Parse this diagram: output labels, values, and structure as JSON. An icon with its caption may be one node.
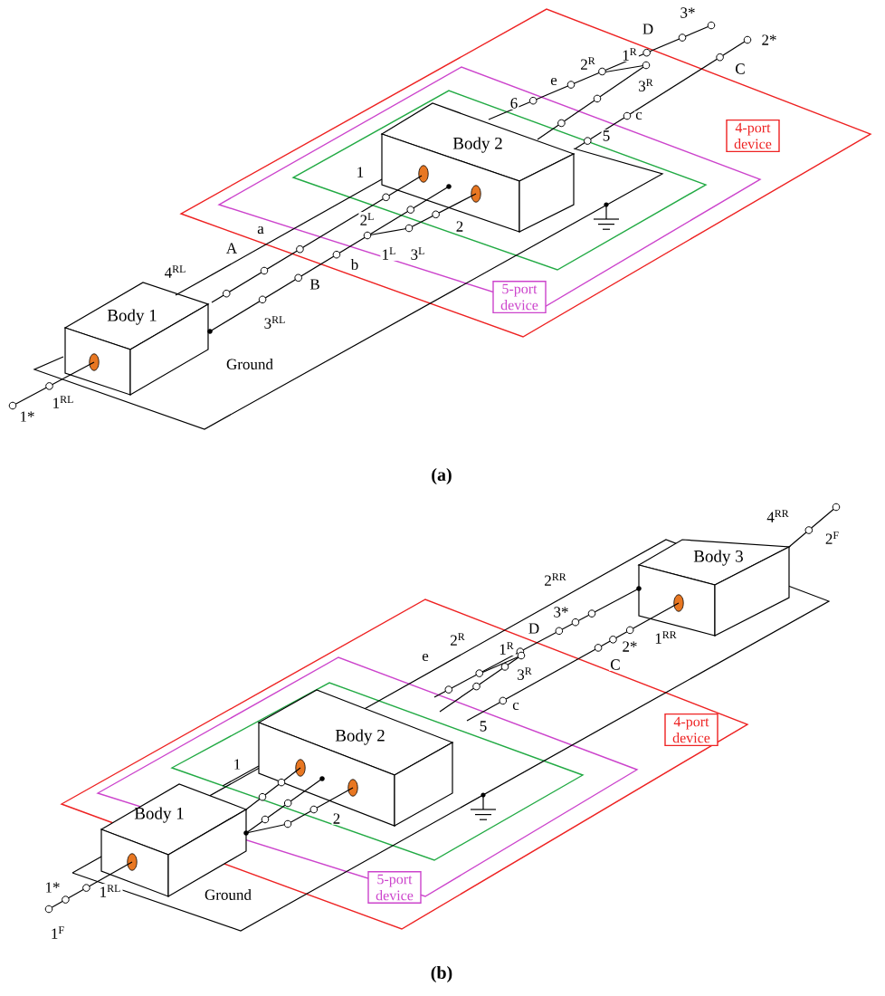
{
  "diagram": {
    "nodes": [
      {
        "text": [
          "Body 1"
        ]
      },
      {
        "text": [
          "Body 2"
        ]
      },
      {
        "text": [
          "4-port device"
        ]
      },
      {
        "text": [
          "5-port device"
        ]
      },
      {
        "text": [
          "Body 1"
        ]
      },
      {
        "text": [
          "Body 2"
        ]
      },
      {
        "text": [
          "Body 3"
        ]
      },
      {
        "text": [
          "4-port device"
        ]
      },
      {
        "text": [
          "5-port device"
        ]
      }
    ],
    "labels": [
      "3*",
      "D",
      "2*",
      "2$^{R}$",
      "1$^{R}$",
      "C",
      "e",
      "3$^{R}$",
      "6",
      "c",
      "5",
      "1",
      "2$^{L}$",
      "2",
      "a",
      "A",
      "1$^{L}$",
      "3$^{L}$",
      "b",
      "4$^{RL}$",
      "B",
      "3$^{RL}$",
      "Ground",
      "1$^{RL}$",
      "1*",
      "(a)",
      "4$^{RR}$",
      "2$^{F}$",
      "2$^{RR}$",
      "3*",
      "D",
      "2$^{R}$",
      "1$^{RR}$",
      "1$^{R}$",
      "2*",
      "e",
      "C",
      "3$^{R}$",
      "c",
      "5",
      "1",
      "2",
      "1*",
      "1$^{RL}$",
      "Ground",
      "1$^{F}$",
      "(b)"
    ]
  }
}
